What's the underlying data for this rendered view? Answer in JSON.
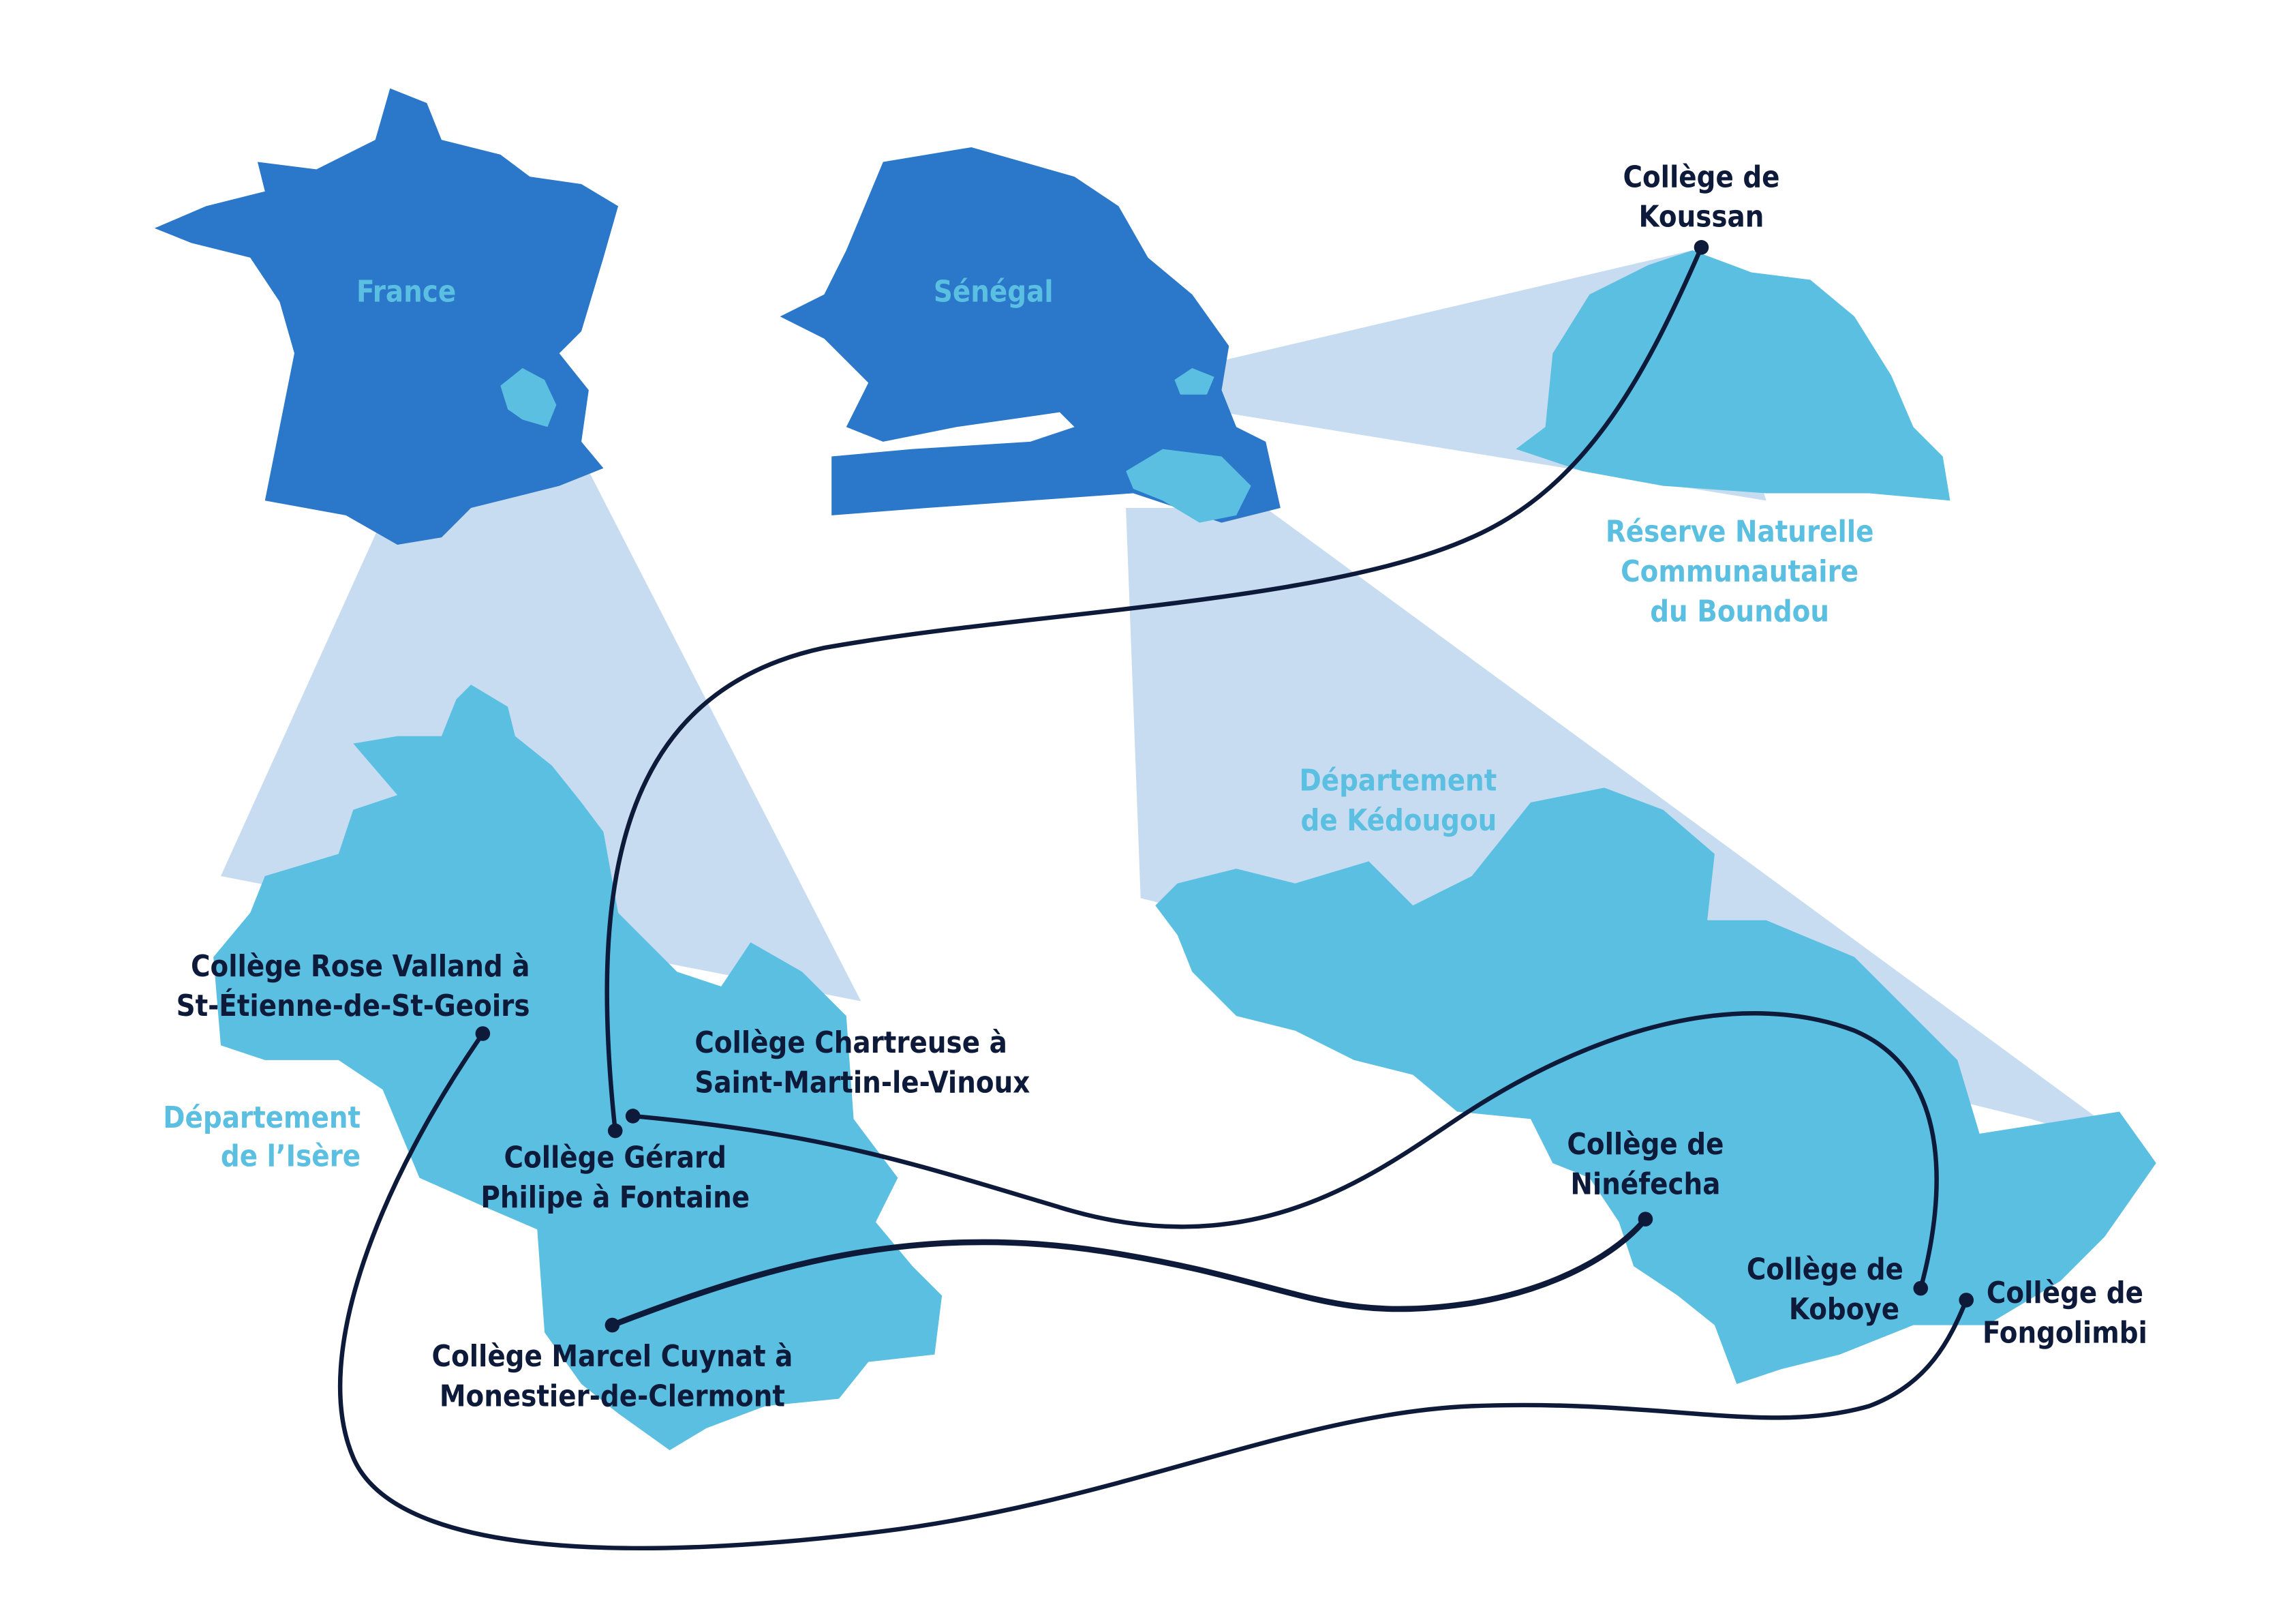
{
  "colors": {
    "country": "#2b77c9",
    "region": "#5bbfe2",
    "projection": "#c7dcf0",
    "route": "#0d1a3a"
  },
  "countries": {
    "france": "France",
    "senegal": "Sénégal"
  },
  "regions": {
    "isere": [
      "Département",
      "de l’Isère"
    ],
    "kedougou": [
      "Département",
      "de Kédougou"
    ],
    "boundou": [
      "Réserve Naturelle",
      "Communautaire",
      "du Boundou"
    ]
  },
  "colleges": {
    "rose_valland": [
      "Collège Rose Valland à",
      "St-Étienne-de-St-Geoirs"
    ],
    "chartreuse": [
      "Collège Chartreuse à",
      "Saint-Martin-le-Vinoux"
    ],
    "gerard_philipe": [
      "Collège Gérard",
      "Philipe à Fontaine"
    ],
    "marcel_cuynat": [
      "Collège Marcel Cuynat à",
      "Monestier-de-Clermont"
    ],
    "koussan": [
      "Collège de",
      "Koussan"
    ],
    "ninefecha": [
      "Collège de",
      "Ninéfecha"
    ],
    "koboye": [
      "Collège de",
      "Koboye"
    ],
    "fongolimbi": [
      "Collège de",
      "Fongolimbi"
    ]
  }
}
